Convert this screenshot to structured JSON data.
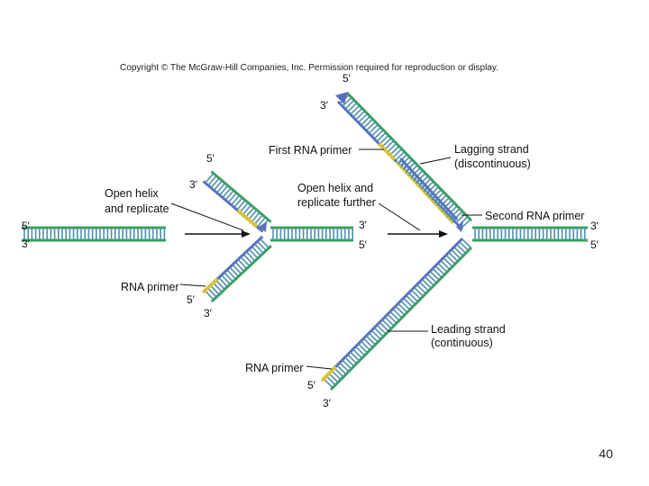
{
  "copyright": "Copyright © The McGraw-Hill Companies, Inc. Permission required for reproduction or display.",
  "labels": {
    "open_helix_1": "Open helix",
    "open_helix_2": "and replicate",
    "rna_primer_left": "RNA primer",
    "first_rna_primer": "First RNA primer",
    "open_further_1": "Open helix and",
    "open_further_2": "replicate further",
    "lagging_1": "Lagging strand",
    "lagging_2": "(discontinuous)",
    "second_rna_primer": "Second RNA primer",
    "leading_1": "Leading strand",
    "leading_2": "(continuous)",
    "rna_primer_bottom": "RNA primer"
  },
  "ends": {
    "five_prime": "5′",
    "three_prime": "3′"
  },
  "colors": {
    "parental_strand": "#3aa15a",
    "new_strand": "#5b6fbf",
    "rna_primer": "#d8c43a",
    "rung": "#4f8fb0",
    "arrow": "#111111"
  },
  "slide_number": "40"
}
